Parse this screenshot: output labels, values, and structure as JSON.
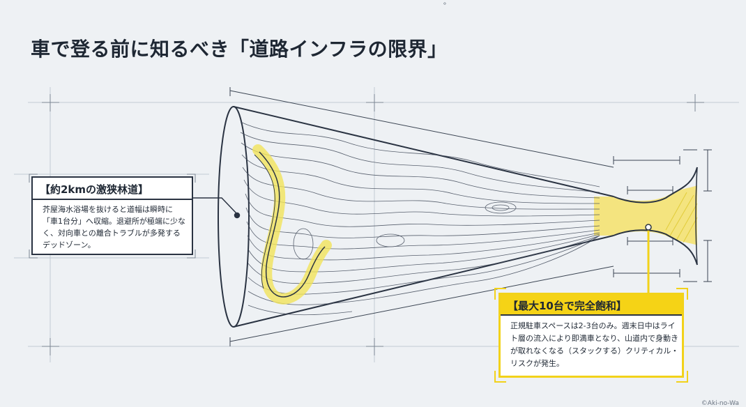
{
  "title": "車で登る前に知るべき「道路インフラの限界」",
  "top_mark": "。",
  "corner_mark": "©Aki-no-Wa",
  "callouts": {
    "left": {
      "heading": "【約2kmの激狭林道】",
      "body": "芥屋海水浴場を抜けると道幅は瞬時に「車1台分」へ収縮。退避所が極端に少なく、対向車との離合トラブルが多発するデッドゾーン。"
    },
    "right": {
      "heading": "【最大10台で完全飽和】",
      "body": "正規駐車スペースは2-3台のみ。週末日中はライト層の流入により即満車となり、山道内で身動きが取れなくなる（スタックする）クリティカル・リスクが発生。"
    }
  },
  "colors": {
    "background": "#eef1f4",
    "ink": "#2a3342",
    "highlight_yellow": "#f5d316",
    "road_highlight": "#f3e66a"
  }
}
